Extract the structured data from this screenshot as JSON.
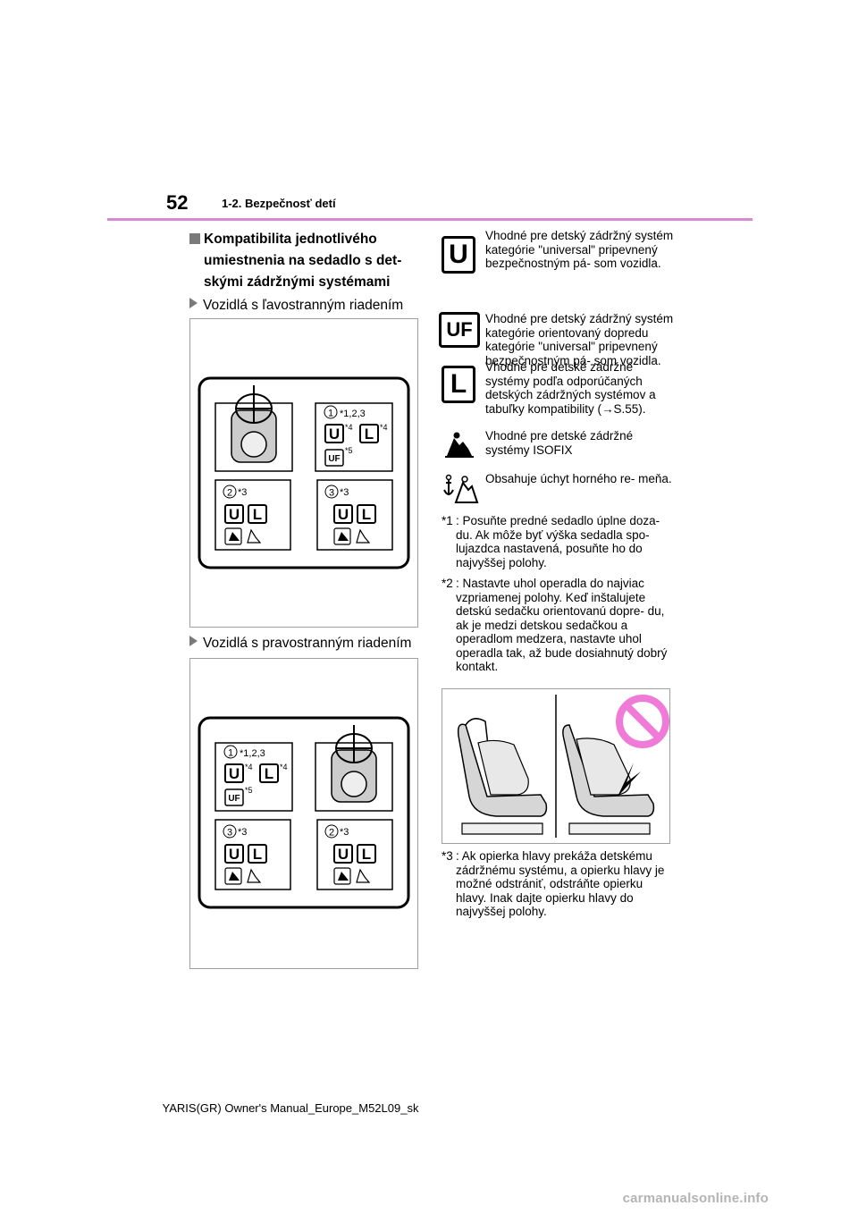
{
  "header": {
    "page_number": "52",
    "section": "1-2. Bezpečnosť detí"
  },
  "heading": "Kompatibilita jednotlivého umiestnenia na sedadlo s det- skými zádržnými systémami",
  "sub_lhd": "Vozidlá s ľavostranným riadením",
  "sub_rhd": "Vozidlá s pravostranným riadením",
  "diagram": {
    "pos1": "1",
    "pos2": "2",
    "pos3": "3",
    "sup_123": "*1,2,3",
    "sup_3": "*3",
    "sup_4": "*4",
    "sup_5": "*5",
    "badge_u": "U",
    "badge_l": "L",
    "badge_uf": "UF"
  },
  "legend": [
    {
      "badge": "U",
      "text": "Vhodné pre detský zádržný systém kategórie \"universal\" pripevnený bezpečnostným pá- som vozidla."
    },
    {
      "badge": "UF",
      "text": "Vhodné pre detský zádržný systém kategórie orientovaný dopredu kategórie \"universal\" pripevnený bezpečnostným pá- som vozidla."
    },
    {
      "badge": "L",
      "text": "Vhodné pre detské zádržné systémy podľa odporúčaných detských zádržných systémov a tabuľky kompatibility (→S.55)."
    },
    {
      "icon": "isofix-icon",
      "text": "Vhodné pre detské zádržné systémy ISOFIX"
    },
    {
      "icon": "anchor-isofix-icon",
      "text": "Obsahuje úchyt horného re- meňa."
    }
  ],
  "notes": [
    {
      "tag": "*1",
      "text": ": Posuňte predné sedadlo úplne doza- du. Ak môže byť výška sedadla spo- lujazdca nastavená, posuňte ho do najvyššej polohy."
    },
    {
      "tag": "*2",
      "text": ": Nastavte uhol operadla do najviac vzpriamenej polohy. Keď inštalujete detskú sedačku orientovanú dopre- du, ak je medzi detskou sedačkou a operadlom medzera, nastavte uhol operadla tak, až bude dosiahnutý dobrý kontakt."
    },
    {
      "tag": "*3",
      "text": ": Ak opierka hlavy prekáža detskému zádržnému systému, a opierku hlavy je možné odstrániť, odstráňte opierku hlavy. Inak dajte opierku hlavy do najvyššej polohy."
    }
  ],
  "footer": "YARIS(GR) Owner's Manual_Europe_M52L09_sk",
  "watermark": "carmanualsonline.info",
  "colors": {
    "rule": "#d68ad4",
    "prohibit": "#f07ad8",
    "seat": "#d6d6d6"
  }
}
